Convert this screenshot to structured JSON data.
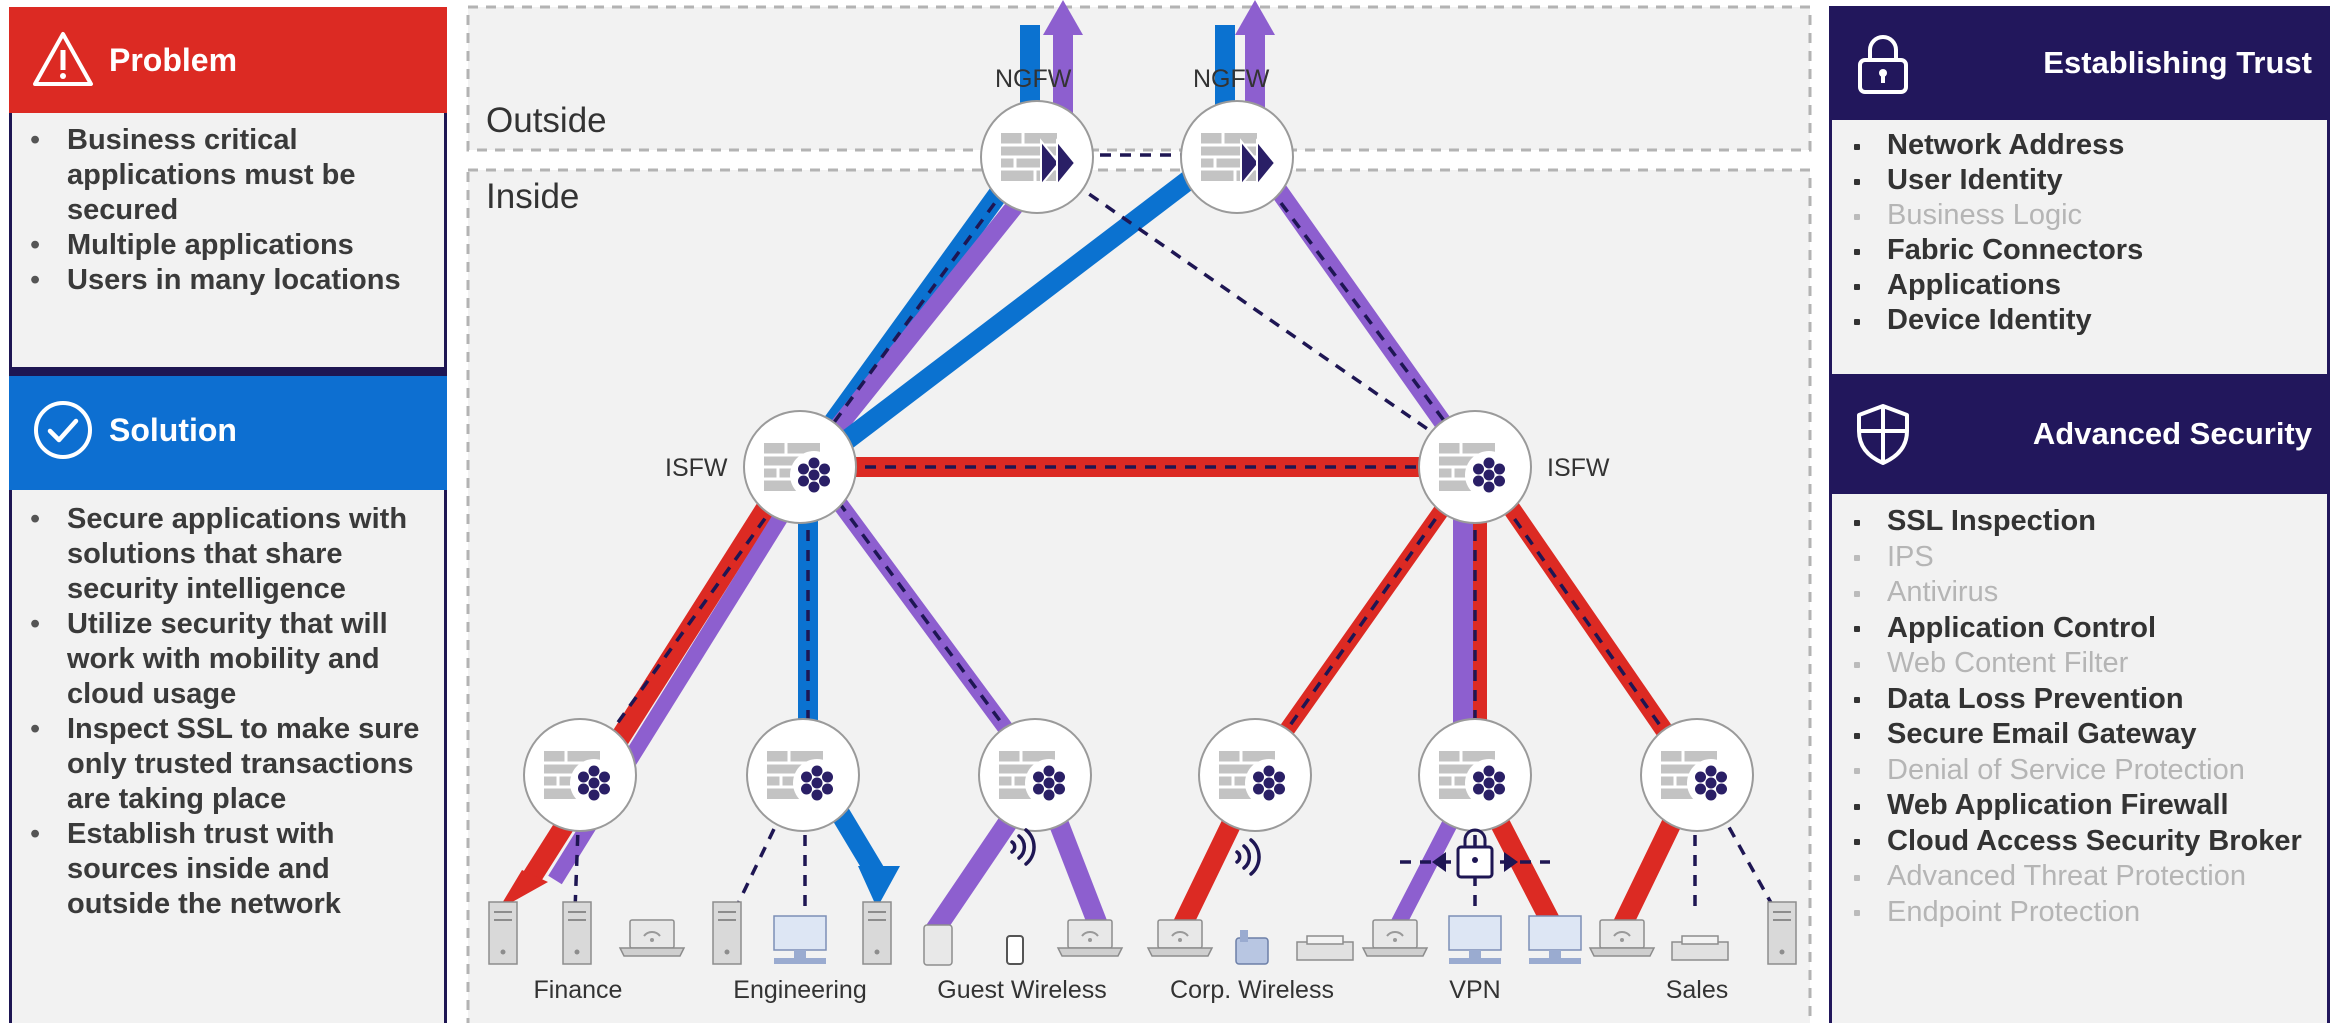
{
  "problem": {
    "title": "Problem",
    "items": [
      "Business critical applications must be secured",
      "Multiple applications",
      "Users in many locations"
    ]
  },
  "solution": {
    "title": "Solution",
    "items": [
      "Secure applications with solutions that share security intelligence",
      "Utilize security that will work with mobility and cloud usage",
      "Inspect SSL to make sure only trusted transactions are taking place",
      "Establish trust with sources inside and outside the network"
    ]
  },
  "trust": {
    "title": "Establishing Trust",
    "items": [
      {
        "label": "Network Address",
        "active": true
      },
      {
        "label": "User Identity",
        "active": true
      },
      {
        "label": "Business Logic",
        "active": false
      },
      {
        "label": "Fabric Connectors",
        "active": true
      },
      {
        "label": "Applications",
        "active": true
      },
      {
        "label": "Device Identity",
        "active": true
      }
    ]
  },
  "advanced": {
    "title": "Advanced Security",
    "items": [
      {
        "label": "SSL Inspection",
        "active": true
      },
      {
        "label": "IPS",
        "active": false
      },
      {
        "label": "Antivirus",
        "active": false
      },
      {
        "label": "Application Control",
        "active": true
      },
      {
        "label": "Web Content Filter",
        "active": false
      },
      {
        "label": "Data Loss Prevention",
        "active": true
      },
      {
        "label": "Secure Email Gateway",
        "active": true
      },
      {
        "label": "Denial of Service Protection",
        "active": false
      },
      {
        "label": "Web Application Firewall",
        "active": true
      },
      {
        "label": "Cloud Access Security Broker",
        "active": true
      },
      {
        "label": "Advanced Threat Protection",
        "active": false
      },
      {
        "label": "Endpoint Protection",
        "active": false
      }
    ]
  },
  "diagram": {
    "zones": {
      "outside": "Outside",
      "inside": "Inside"
    },
    "ngfw_label": "NGFW",
    "isfw_label": "ISFW",
    "segments": [
      "Finance",
      "Engineering",
      "Guest Wireless",
      "Corp. Wireless",
      "VPN",
      "Sales"
    ]
  },
  "colors": {
    "problem": "#dc2a23",
    "solution": "#0d6fd1",
    "header_dark": "#22175c",
    "path_red": "#dc2a23",
    "path_blue": "#0b72d0",
    "path_purple": "#8d5fcf",
    "dashed": "#1e1653"
  }
}
